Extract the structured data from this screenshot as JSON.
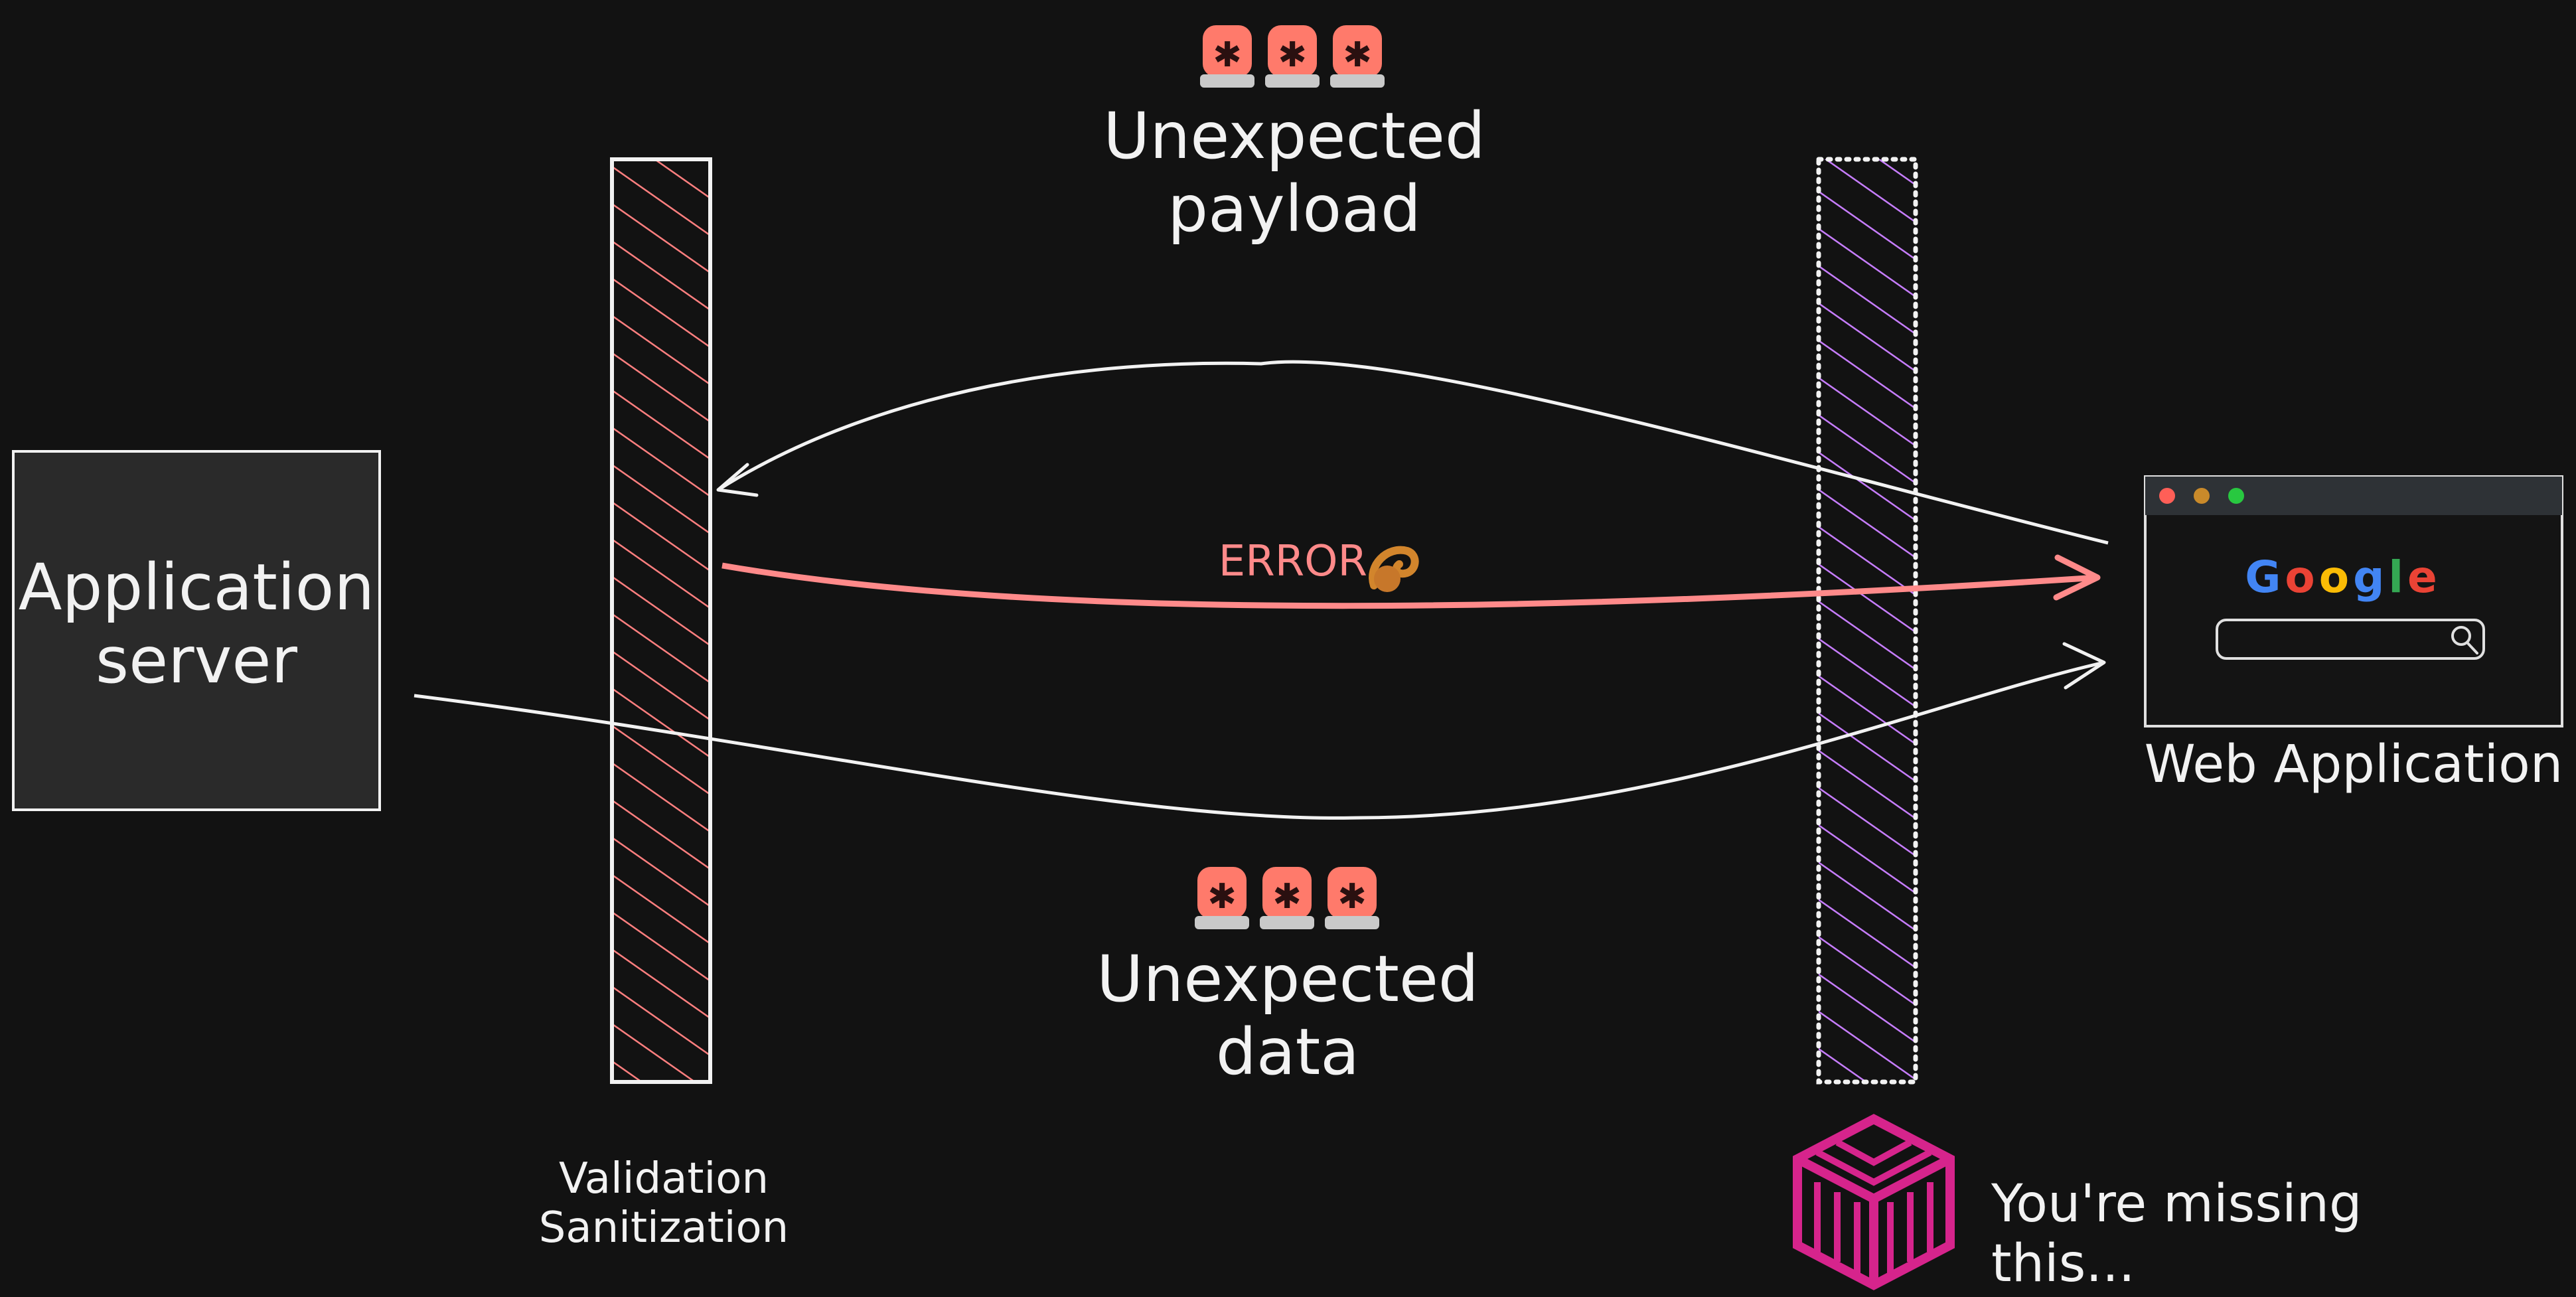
{
  "colors": {
    "background": "#121212",
    "stroke": "#f2f2f2",
    "validation_hatch": "#ff7f7f",
    "unknown_hatch": "#c77dff",
    "error": "#ff8a8a",
    "logo": "#d6248c",
    "siren": "#ff7a6b"
  },
  "nodes": {
    "app_server": "Application\nserver",
    "web_app": "Web Application",
    "validation": "Validation\nSanitization"
  },
  "labels": {
    "unexpected_payload": "Unexpected\npayload",
    "unexpected_data": "Unexpected\ndata",
    "error": "ERROR",
    "missing": "You're missing this..."
  },
  "browser": {
    "search_engine": "Google",
    "search_icon": "magnifier-icon"
  },
  "icons": {
    "siren": "siren-icon",
    "pinch_hand": "pinching-hand-icon",
    "logo": "cube-logo-icon"
  }
}
